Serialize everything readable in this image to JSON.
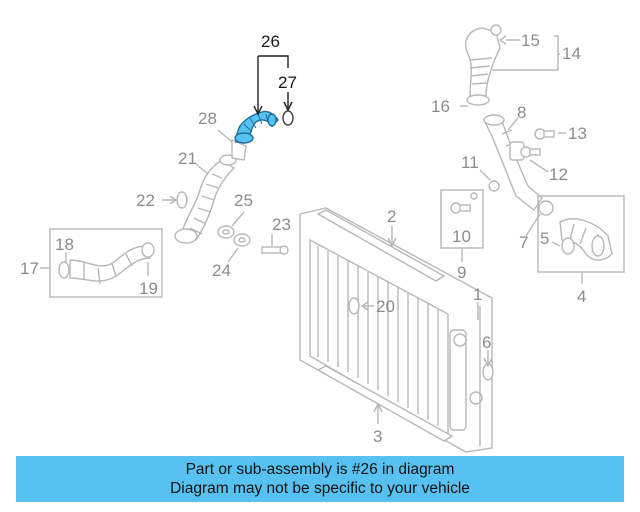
{
  "labels": {
    "n1": "1",
    "n2": "2",
    "n3": "3",
    "n4": "4",
    "n5": "5",
    "n6": "6",
    "n7": "7",
    "n8": "8",
    "n9": "9",
    "n10": "10",
    "n11": "11",
    "n12": "12",
    "n13": "13",
    "n14": "14",
    "n15": "15",
    "n16": "16",
    "n17": "17",
    "n18": "18",
    "n19": "19",
    "n20": "20",
    "n21": "21",
    "n22": "22",
    "n23": "23",
    "n24": "24",
    "n25": "25",
    "n26": "26",
    "n27": "27",
    "n28": "28"
  },
  "highlight": {
    "part": "26",
    "color": "#57c2f2"
  },
  "banner": {
    "line1": "Part or sub-assembly is #26 in diagram",
    "line2": "Diagram may not be specific to your vehicle",
    "color": "#57c2f2"
  }
}
